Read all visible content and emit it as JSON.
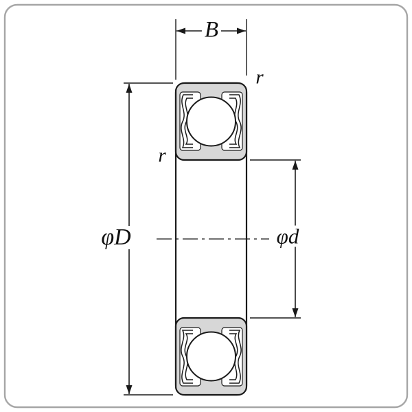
{
  "diagram": {
    "labels": {
      "width": "B",
      "chamfer_outer": "r",
      "chamfer_inner": "r",
      "outer_diameter": "φD",
      "bore_diameter": "φd"
    },
    "colors": {
      "line": "#1a1a1a",
      "section_fill": "#d7d7d7",
      "frame": "#a6a6a6",
      "background": "#ffffff"
    }
  }
}
